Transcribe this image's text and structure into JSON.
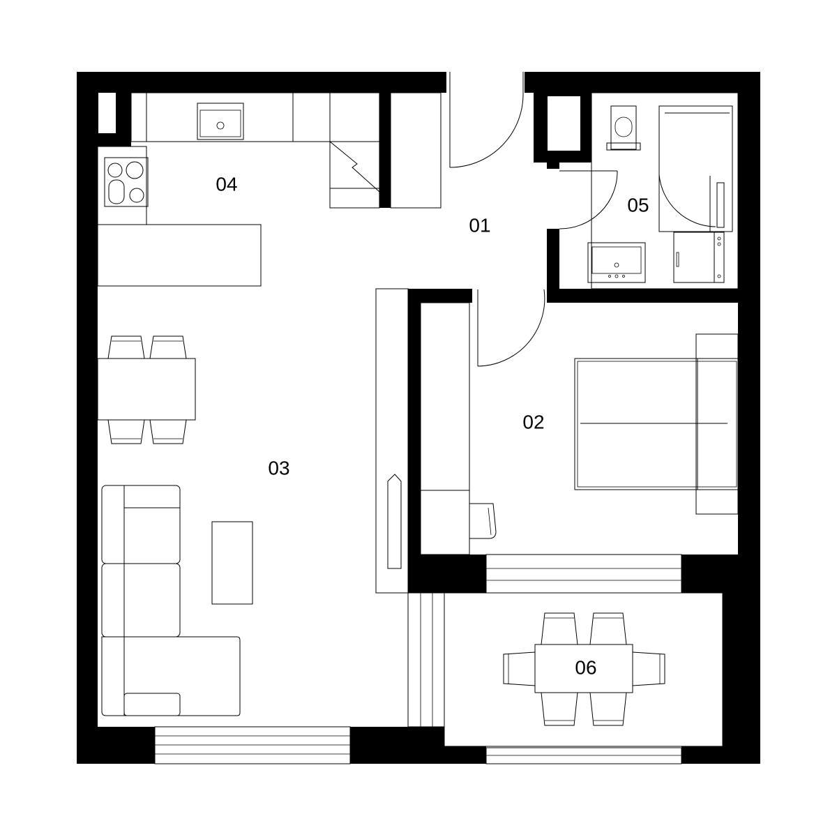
{
  "rooms": [
    {
      "id": "01",
      "label": "01"
    },
    {
      "id": "02",
      "label": "02"
    },
    {
      "id": "03",
      "label": "03"
    },
    {
      "id": "04",
      "label": "04"
    },
    {
      "id": "05",
      "label": "05"
    },
    {
      "id": "06",
      "label": "06"
    }
  ],
  "colors": {
    "wall": "#000000",
    "background": "#ffffff"
  }
}
